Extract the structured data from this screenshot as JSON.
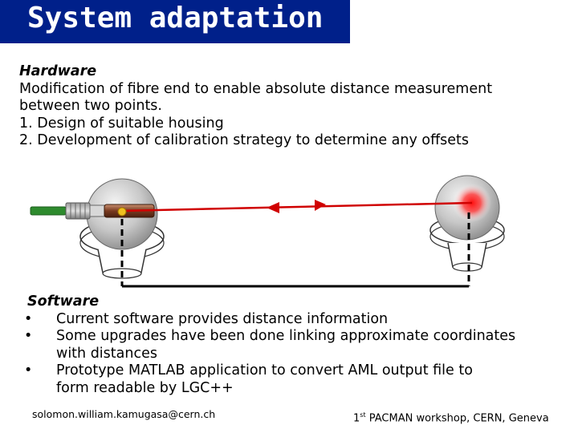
{
  "slide": {
    "title": "System adaptation"
  },
  "hardware": {
    "heading": "Hardware",
    "description_line1": "Modification of fibre end to enable absolute distance measurement",
    "description_line2": "between two points.",
    "steps": [
      "1. Design of suitable housing",
      "2. Development of calibration strategy to determine any offsets"
    ]
  },
  "diagram": {
    "beam_color": "#d00000",
    "target_glow_color": "#ff2020",
    "connector_color": "#2e8b2e",
    "marker_color": "#f0c020"
  },
  "software": {
    "heading": "Software",
    "bullet_symbol": "•",
    "bullets": [
      {
        "line1": "Current software provides distance information",
        "line2": ""
      },
      {
        "line1": "Some upgrades have been done linking approximate coordinates",
        "line2": "with distances"
      },
      {
        "line1": "Prototype MATLAB application to convert AML output file to",
        "line2": "form readable by LGC++"
      }
    ]
  },
  "footer": {
    "email": "solomon.william.kamugasa@cern.ch",
    "event_number": "1",
    "event_superscript": "st",
    "event_text": " PACMAN workshop, CERN, Geneva"
  }
}
